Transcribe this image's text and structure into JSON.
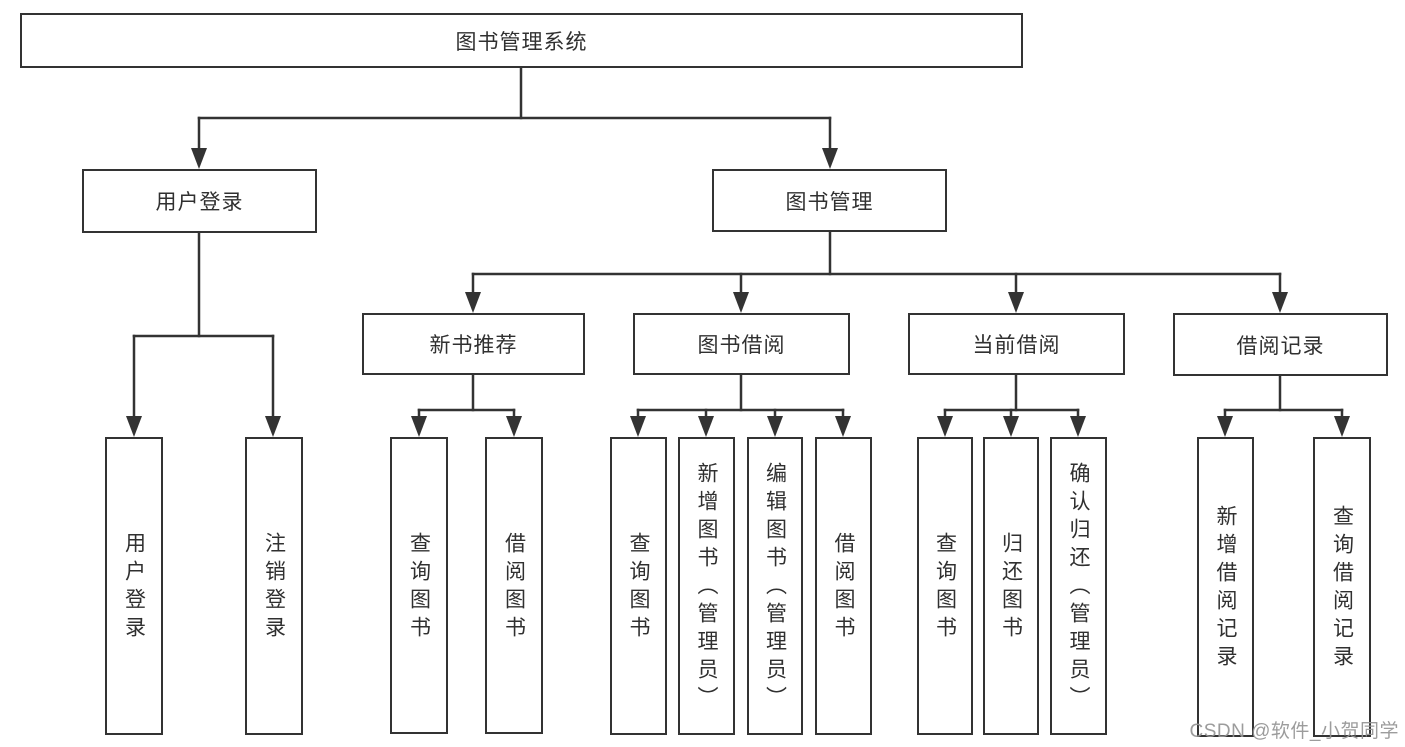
{
  "tree": {
    "label": "图书管理系统",
    "children": [
      {
        "label": "用户登录",
        "children": [
          {
            "label": "用户登录"
          },
          {
            "label": "注销登录"
          }
        ]
      },
      {
        "label": "图书管理",
        "children": [
          {
            "label": "新书推荐",
            "children": [
              {
                "label": "查询图书"
              },
              {
                "label": "借阅图书"
              }
            ]
          },
          {
            "label": "图书借阅",
            "children": [
              {
                "label": "查询图书"
              },
              {
                "label": "新增图书（管理员）"
              },
              {
                "label": "编辑图书（管理员）"
              },
              {
                "label": "借阅图书"
              }
            ]
          },
          {
            "label": "当前借阅",
            "children": [
              {
                "label": "查询图书"
              },
              {
                "label": "归还图书"
              },
              {
                "label": "确认归还（管理员）"
              }
            ]
          },
          {
            "label": "借阅记录",
            "children": [
              {
                "label": "新增借阅记录"
              },
              {
                "label": "查询借阅记录"
              }
            ]
          }
        ]
      }
    ]
  },
  "watermark": {
    "text": "CSDN @软件_小贺同学"
  },
  "colors": {
    "line": "#333333",
    "text": "#303030",
    "background": "#ffffff",
    "watermark": "#949494"
  }
}
